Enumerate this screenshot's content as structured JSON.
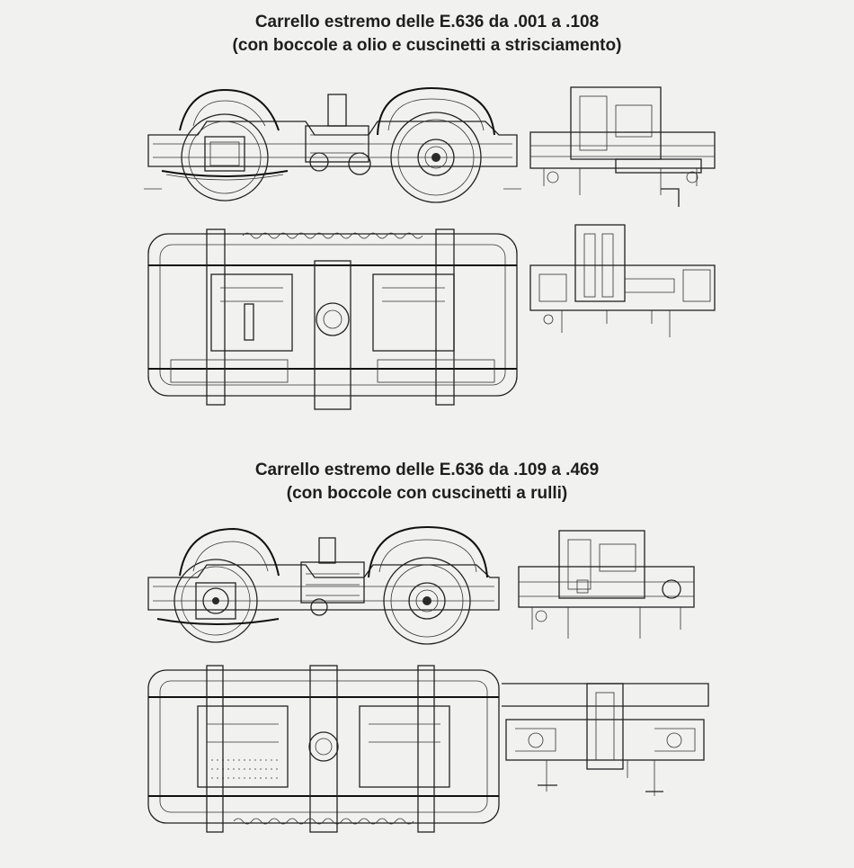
{
  "section1": {
    "title_line1": "Carrello estremo delle E.636 da .001 a .108",
    "title_line2": "(con boccole a olio e cuscinetti a strisciamento)"
  },
  "section2": {
    "title_line1": "Carrello estremo delle E.636 da .109 a .469",
    "title_line2": "(con boccole con cuscinetti a rulli)"
  }
}
